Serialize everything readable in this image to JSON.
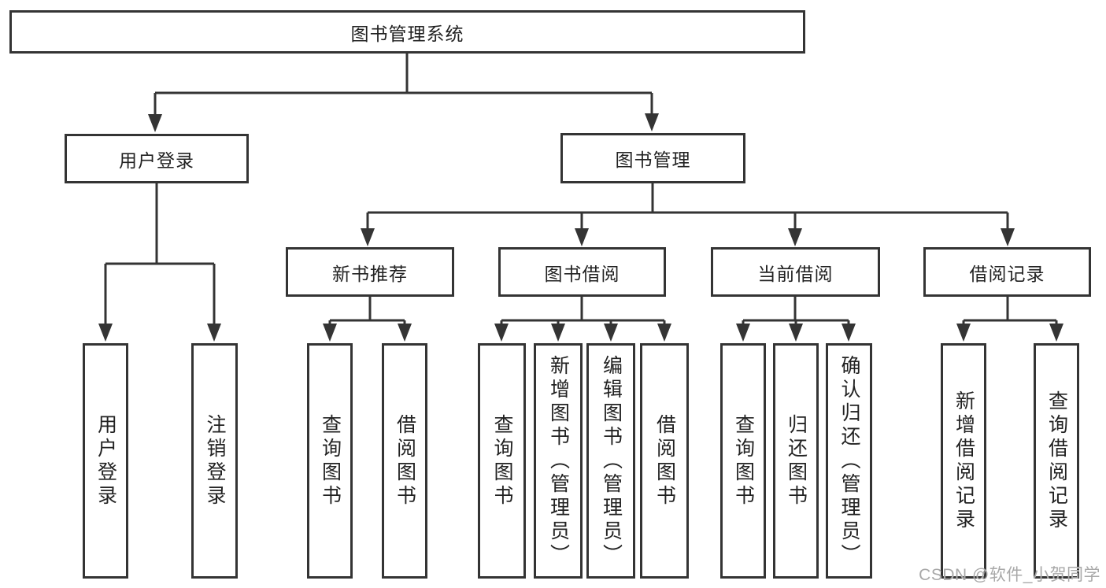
{
  "nodes": {
    "root": "图书管理系统",
    "l1": [
      "用户登录",
      "图书管理"
    ],
    "l2": [
      "新书推荐",
      "图书借阅",
      "当前借阅",
      "借阅记录"
    ],
    "leaves_login": [
      "用户登录",
      "注销登录"
    ],
    "leaves_newbook": [
      "查询图书",
      "借阅图书"
    ],
    "leaves_borrow": [
      "查询图书",
      "新增图书（管理员）",
      "编辑图书（管理员）",
      "借阅图书"
    ],
    "leaves_current": [
      "查询图书",
      "归还图书",
      "确认归还（管理员）"
    ],
    "leaves_records": [
      "新增借阅记录",
      "查询借阅记录"
    ]
  },
  "watermark": {
    "text": "CSDN @软件_小贺同学"
  },
  "colors": {
    "line": "#343434",
    "box_border": "#343434",
    "text": "#222222",
    "background": "#ffffff",
    "watermark": "#a9a9a9"
  }
}
